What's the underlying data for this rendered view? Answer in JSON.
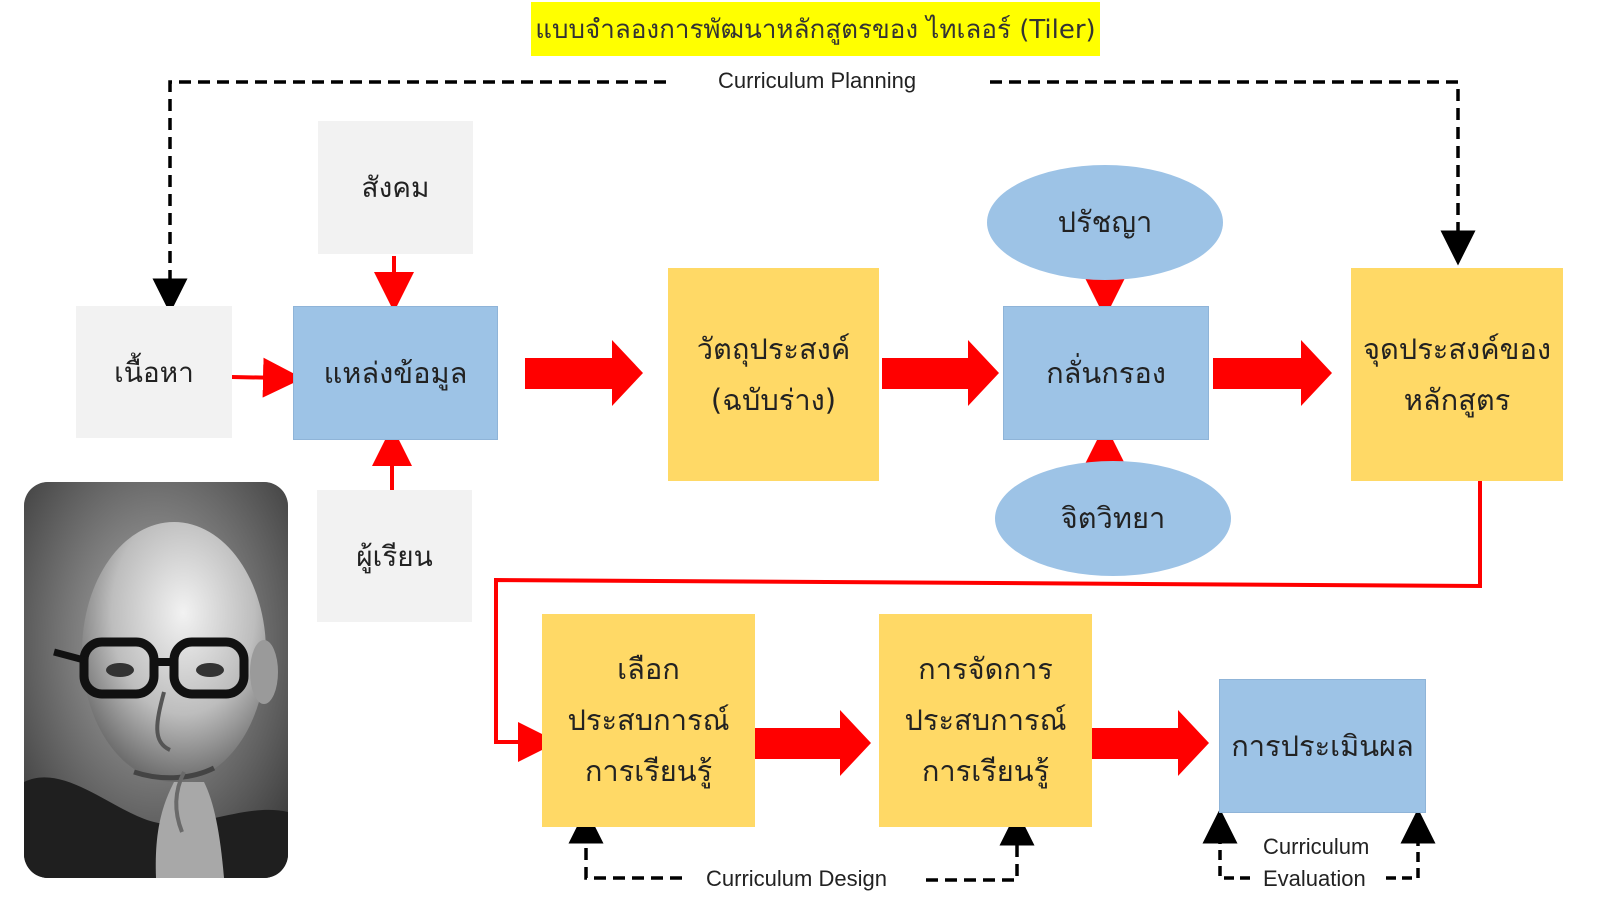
{
  "title": "แบบจำลองการพัฒนาหลักสูตรของ ไทเลอร์ (Tiler)",
  "labels": {
    "planning": "Curriculum   Planning",
    "design": "Curriculum   Design",
    "evaluation_line1": "Curriculum",
    "evaluation_line2": "Evaluation"
  },
  "nodes": {
    "society": "สังคม",
    "content": "เนื้อหา",
    "sources": "แหล่งข้อมูล",
    "learner": "ผู้เรียน",
    "objectives_line1": "วัตถุประสงค์",
    "objectives_line2": "(ฉบับร่าง)",
    "philosophy": "ปรัชญา",
    "screening": "กลั่นกรอง",
    "psychology": "จิตวิทยา",
    "goals_line1": "จุดประสงค์ของ",
    "goals_line2": "หลักสูตร",
    "select_line1": "เลือก",
    "select_line2": "ประสบการณ์",
    "select_line3": "การเรียนรู้",
    "organize_line1": "การจัดการ",
    "organize_line2": "ประสบการณ์",
    "organize_line3": "การเรียนรู้",
    "evaluation": "การประเมินผล"
  },
  "colors": {
    "gray_box": "#f2f2f2",
    "blue_box": "#9dc3e6",
    "yellow_box": "#ffd966",
    "title_bg": "#ffff00",
    "arrow_red": "#ff0000"
  },
  "icons": {
    "portrait": "portrait-photo"
  }
}
